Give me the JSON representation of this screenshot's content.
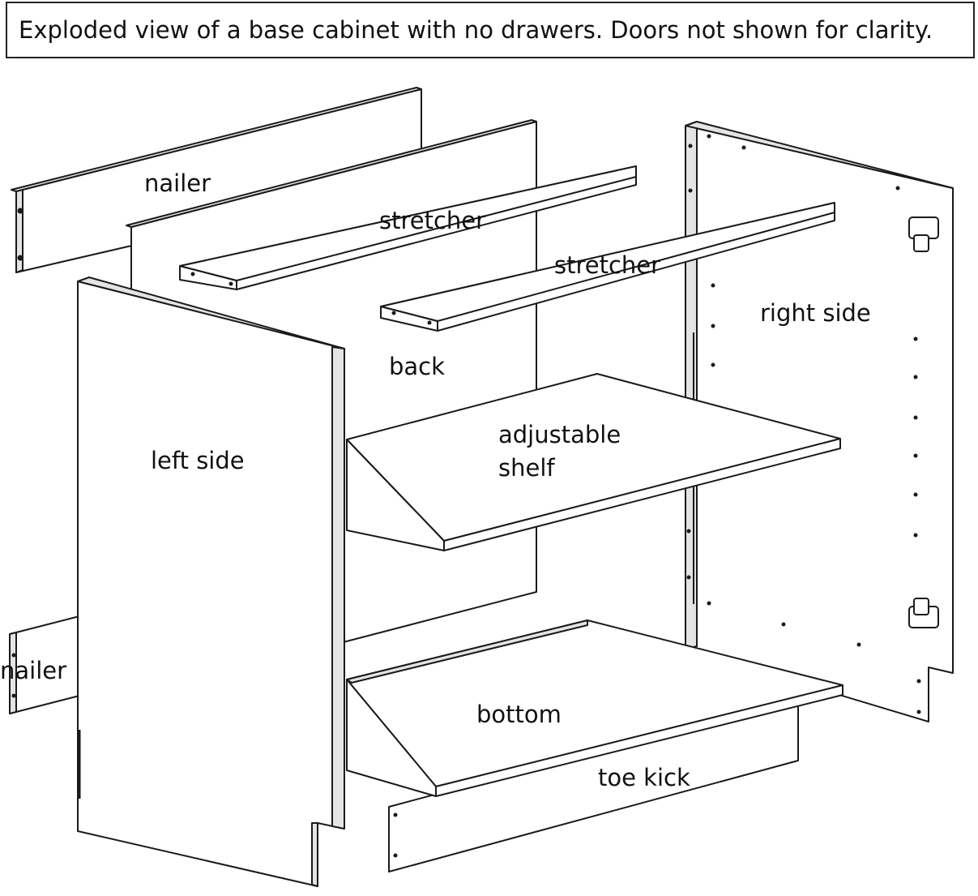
{
  "caption": "Exploded view of a base cabinet with no drawers.  Doors not shown for clarity.",
  "parts": {
    "nailer_top": "nailer",
    "stretcher_back": "stretcher",
    "stretcher_front": "stretcher",
    "right_side": "right side",
    "back": "back",
    "shelf_line1": "adjustable",
    "shelf_line2": "shelf",
    "left_side": "left side",
    "nailer_bottom": "nailer",
    "bottom": "bottom",
    "toe_kick": "toe kick"
  },
  "colors": {
    "line": "#1a1a1a",
    "panel": "#ffffff",
    "edge": "#d8d8d8"
  }
}
